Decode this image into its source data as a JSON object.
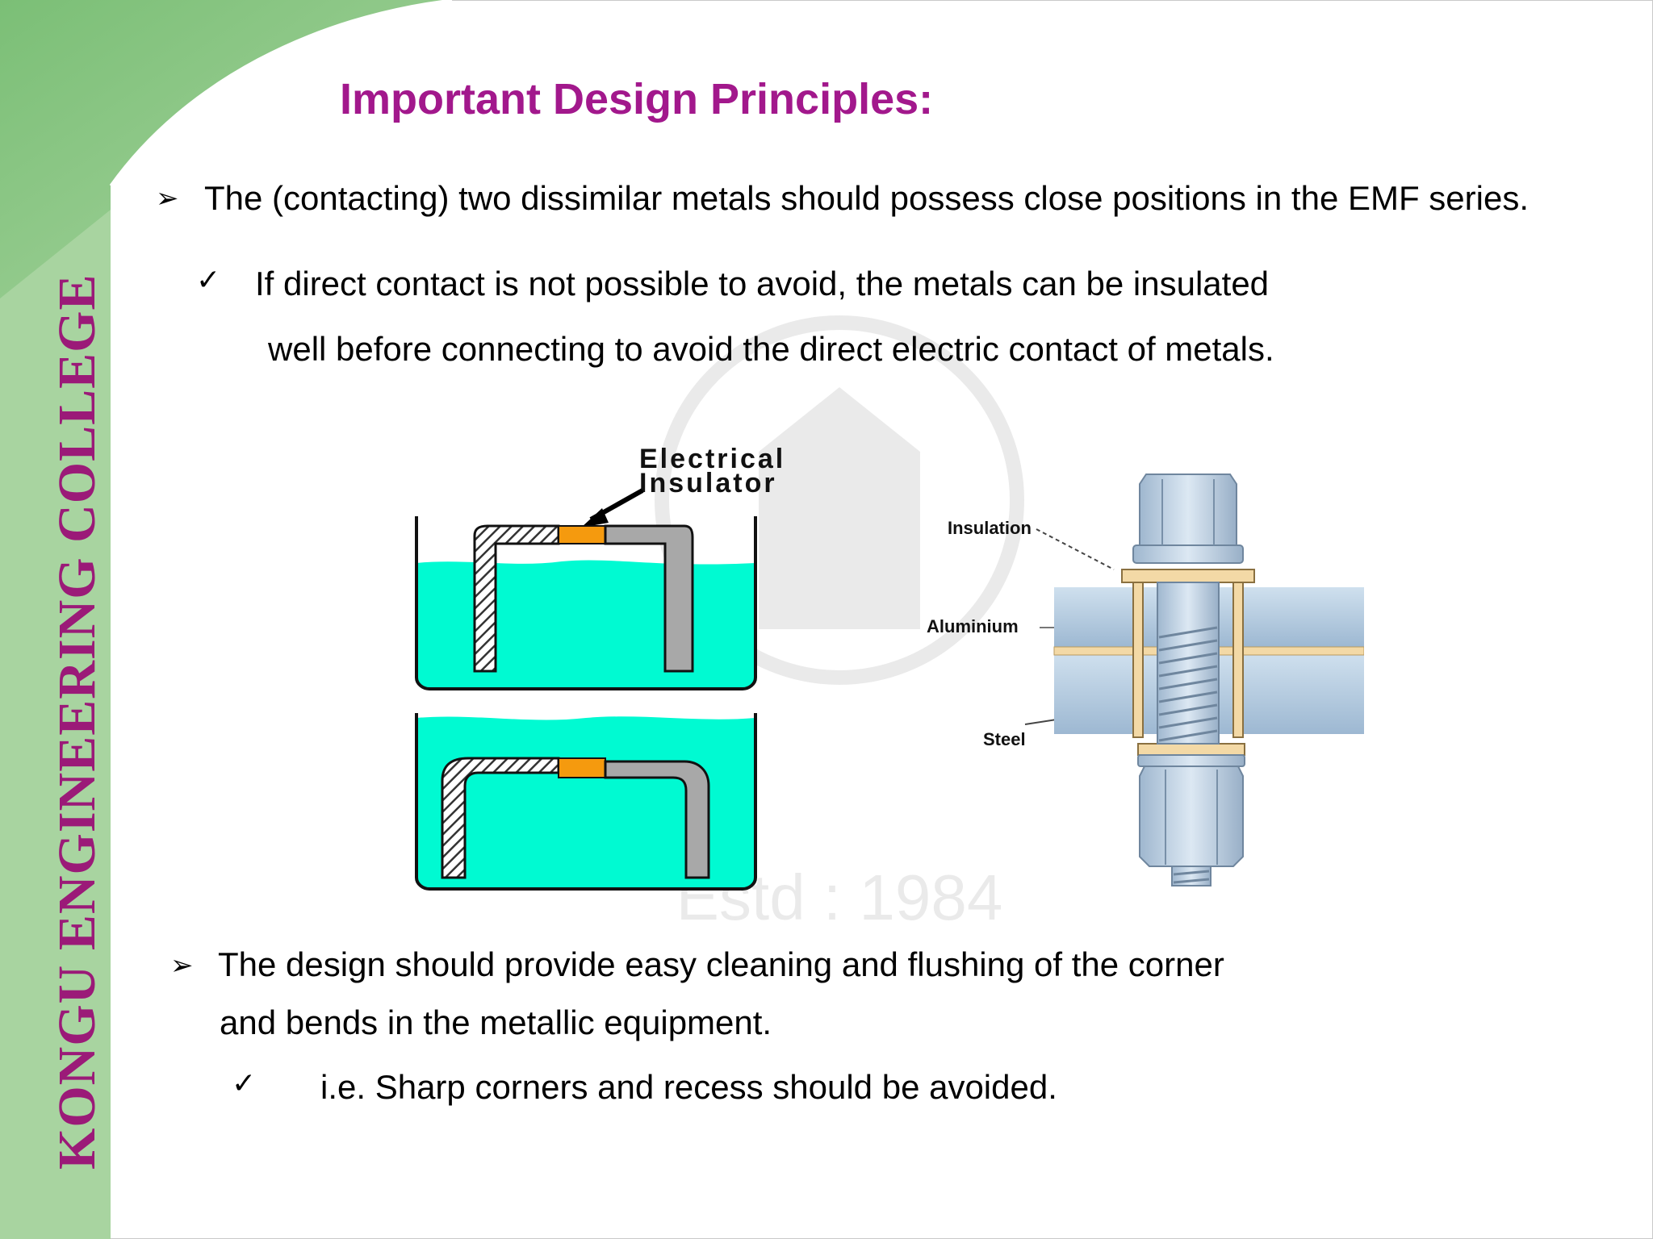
{
  "sidebar": {
    "college_name": "KONGU ENGINEERING COLLEGE"
  },
  "slide": {
    "title": "Important Design Principles:",
    "bullet1": "The (contacting) two dissimilar metals should possess close positions in the EMF series.",
    "sub1_line1": "If direct contact is not possible to avoid, the metals can be insulated",
    "sub1_line2": "well before connecting to avoid the direct electric contact of metals.",
    "bullet2_line1": "The design should provide easy cleaning and flushing of the corner",
    "bullet2_line2": "and bends in the metallic equipment.",
    "sub2": "i.e. Sharp corners and recess  should be avoided."
  },
  "figure_left": {
    "label_line1": "Electrical",
    "label_line2": "Insulator"
  },
  "figure_right": {
    "insulation": "Insulation",
    "aluminium": "Aluminium",
    "steel": "Steel"
  },
  "watermark": {
    "text": "Estd : 1984"
  },
  "colors": {
    "title": "#a2188c",
    "side_band": "#a8d4a0",
    "college_name": "#9b1a78",
    "electrolyte": "#00fad2",
    "insulator": "#f59a0e"
  }
}
